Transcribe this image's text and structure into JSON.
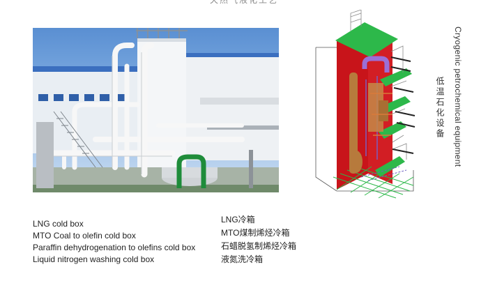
{
  "header": {
    "title": "天然气液化工艺"
  },
  "side_label": {
    "english": "Cryogenic petrochemical equipment",
    "chinese": "低温石化设备"
  },
  "products_en": [
    "LNG cold box",
    "MTO Coal to olefin cold box",
    "Paraffin dehydrogenation to olefins cold box",
    "Liquid nitrogen washing cold box"
  ],
  "products_zh": [
    "LNG冷箱",
    "MTO煤制烯烃冷箱",
    "石蜡脱氢制烯烃冷箱",
    "液氮洗冷箱"
  ],
  "colors": {
    "frame_red": "#c8141a",
    "platform_green": "#2db84a",
    "pipe_purple": "#9b6fd6",
    "equipment_brown": "#b77a3c"
  }
}
